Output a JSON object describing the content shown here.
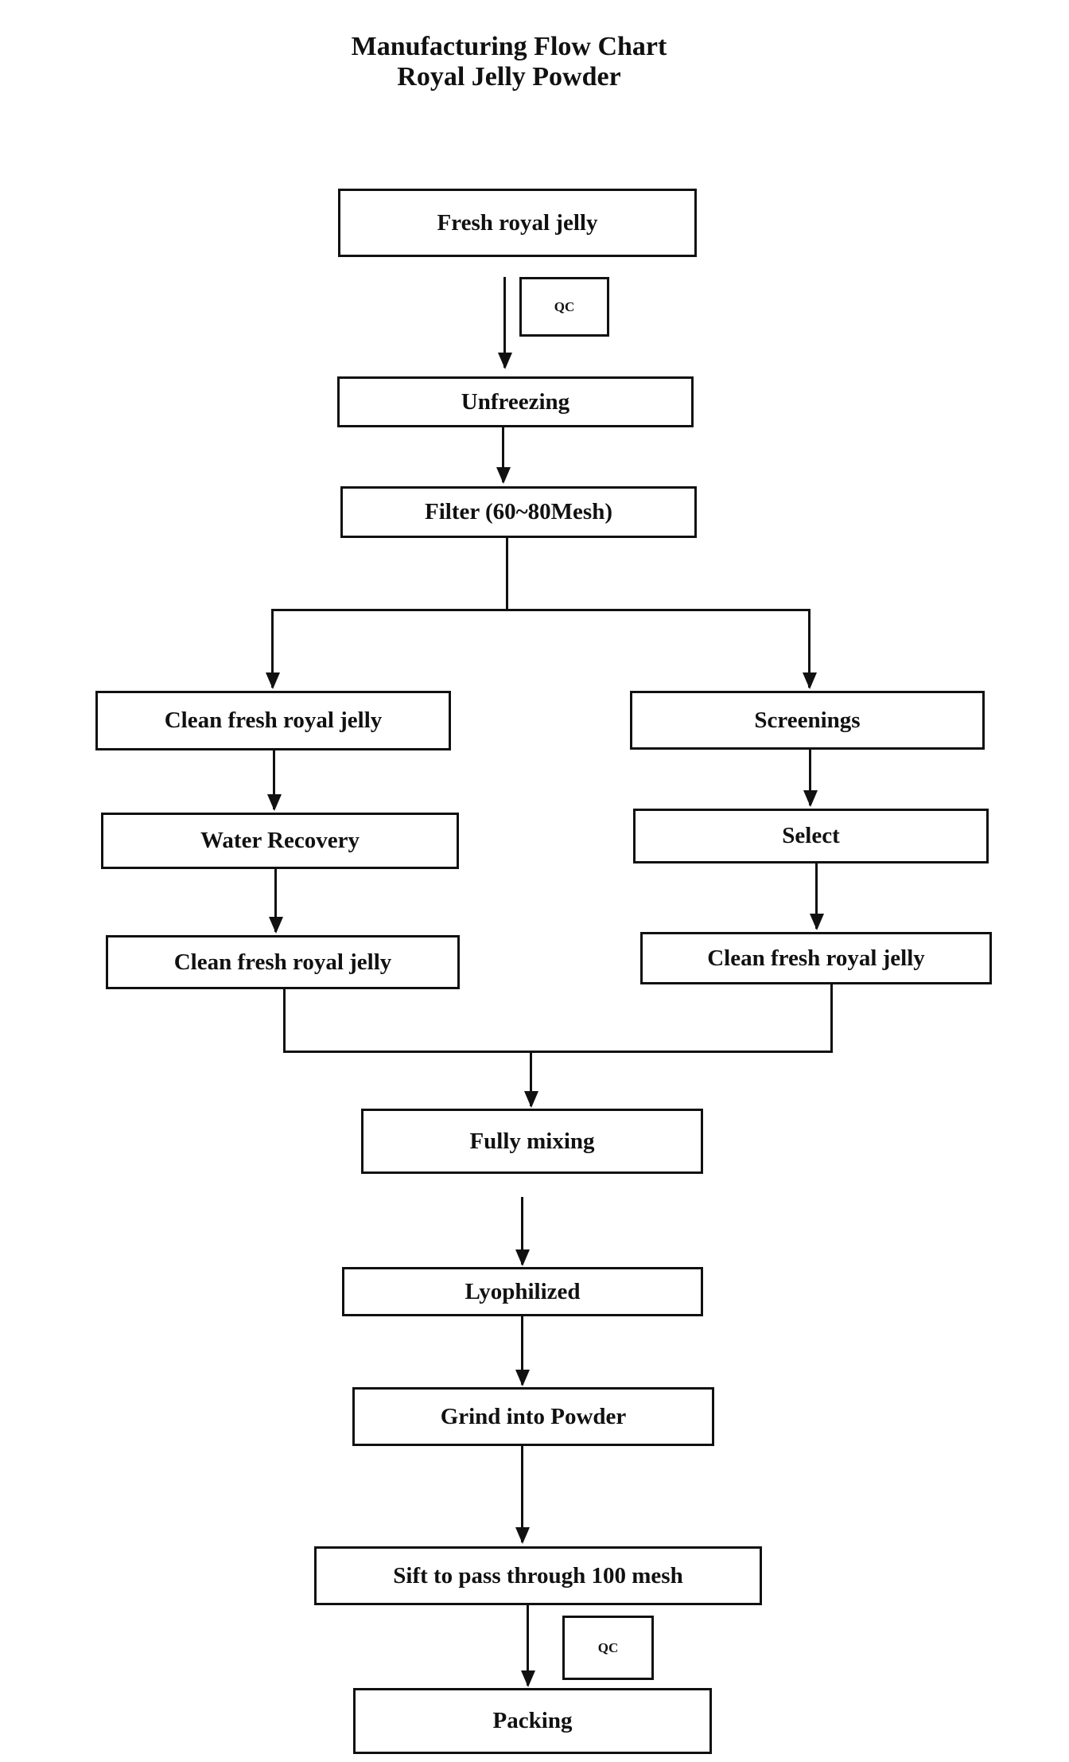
{
  "title": {
    "line1": "Manufacturing Flow Chart",
    "line2": "Royal Jelly Powder"
  },
  "colors": {
    "background": "#ffffff",
    "line": "#111111",
    "box_border": "#111111",
    "text": "#111111"
  },
  "nodes": {
    "fresh": {
      "label": "Fresh royal jelly"
    },
    "qc1": {
      "label": "QC"
    },
    "unfreezing": {
      "label": "Unfreezing"
    },
    "filter": {
      "label": "Filter (60~80Mesh)"
    },
    "clean_l1": {
      "label": "Clean fresh royal jelly"
    },
    "screenings": {
      "label": "Screenings"
    },
    "water": {
      "label": "Water Recovery"
    },
    "select": {
      "label": "Select"
    },
    "clean_l2": {
      "label": "Clean fresh royal jelly"
    },
    "clean_r2": {
      "label": "Clean fresh royal jelly"
    },
    "mixing": {
      "label": "Fully mixing"
    },
    "lyophilized": {
      "label": "Lyophilized"
    },
    "grind": {
      "label": "Grind into Powder"
    },
    "sift": {
      "label": "Sift to pass through 100 mesh"
    },
    "qc2": {
      "label": "QC"
    },
    "packing": {
      "label": "Packing"
    }
  },
  "edges": [
    {
      "from": "Fresh royal jelly",
      "to": "Unfreezing",
      "annotation": "QC"
    },
    {
      "from": "Unfreezing",
      "to": "Filter (60~80Mesh)"
    },
    {
      "from": "Filter (60~80Mesh)",
      "to": "Clean fresh royal jelly"
    },
    {
      "from": "Filter (60~80Mesh)",
      "to": "Screenings"
    },
    {
      "from": "Clean fresh royal jelly",
      "to": "Water Recovery"
    },
    {
      "from": "Water Recovery",
      "to": "Clean fresh royal jelly"
    },
    {
      "from": "Screenings",
      "to": "Select"
    },
    {
      "from": "Select",
      "to": "Clean fresh royal jelly"
    },
    {
      "from": "Clean fresh royal jelly",
      "to": "Fully mixing"
    },
    {
      "from": "Fully mixing",
      "to": "Lyophilized"
    },
    {
      "from": "Lyophilized",
      "to": "Grind into Powder"
    },
    {
      "from": "Grind into Powder",
      "to": "Sift to pass through 100 mesh"
    },
    {
      "from": "Sift to pass through 100 mesh",
      "to": "Packing",
      "annotation": "QC"
    }
  ]
}
